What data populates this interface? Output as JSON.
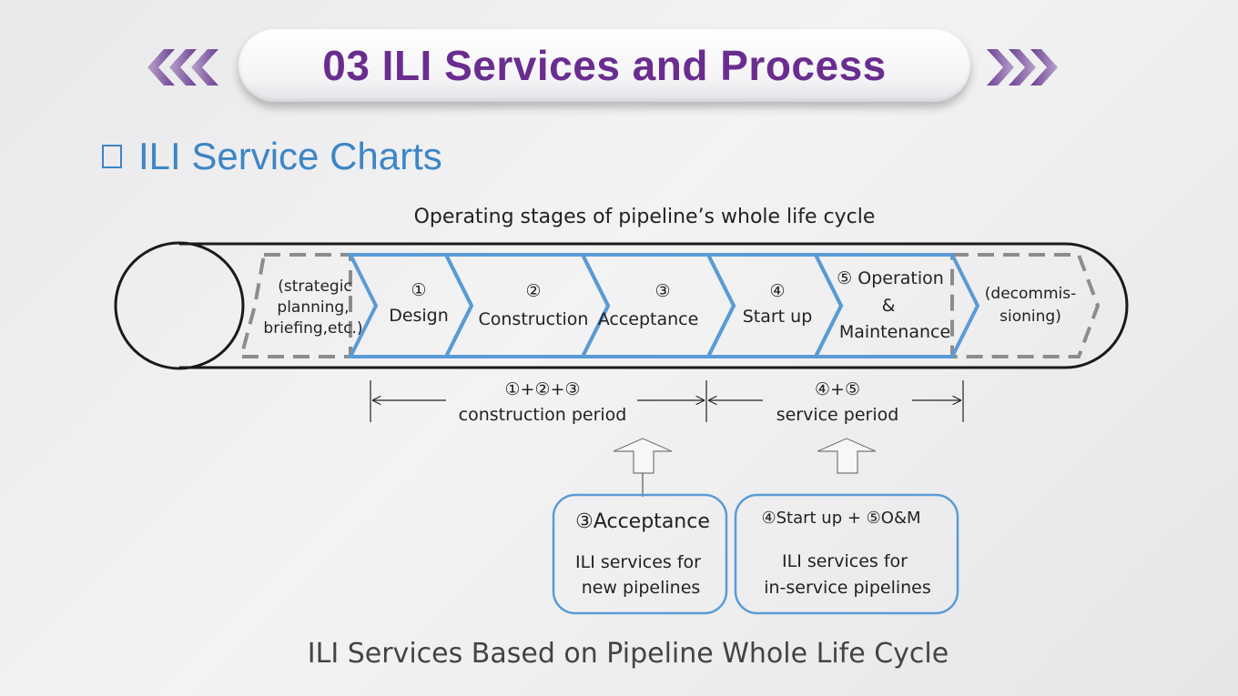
{
  "header": {
    "title": "03 ILI Services and Process"
  },
  "section": {
    "heading": "ILI Service Charts"
  },
  "diagram": {
    "heading": "Operating stages of pipeline’s whole life cycle",
    "pre_stage": [
      "(strategic",
      "planning,",
      "briefing,etc.)"
    ],
    "stages": [
      {
        "num": "①",
        "label": "Design"
      },
      {
        "num": "②",
        "label": "Construction"
      },
      {
        "num": "③",
        "label": "Acceptance"
      },
      {
        "num": "④",
        "label": "Start up"
      },
      {
        "num": "⑤ Operation",
        "label_line2": "&",
        "label_line3": "Maintenance"
      }
    ],
    "post_stage": [
      "(decommis-",
      "sioning)"
    ],
    "periods": [
      {
        "formula": "①+②+③",
        "label": "construction period"
      },
      {
        "formula": "④+⑤",
        "label": "service period"
      }
    ],
    "boxes": [
      {
        "title": "③Acceptance",
        "line1": "ILI services for",
        "line2": "new pipelines"
      },
      {
        "title": "④Start up + ⑤O&M",
        "line1": "ILI services for",
        "line2": "in-service pipelines"
      }
    ],
    "caption": "ILI Services Based on Pipeline Whole Life Cycle",
    "colors": {
      "accent_blue": "#5a9bd5",
      "title_purple": "#6a2d8f",
      "dash_gray": "#8c8c8c"
    }
  }
}
